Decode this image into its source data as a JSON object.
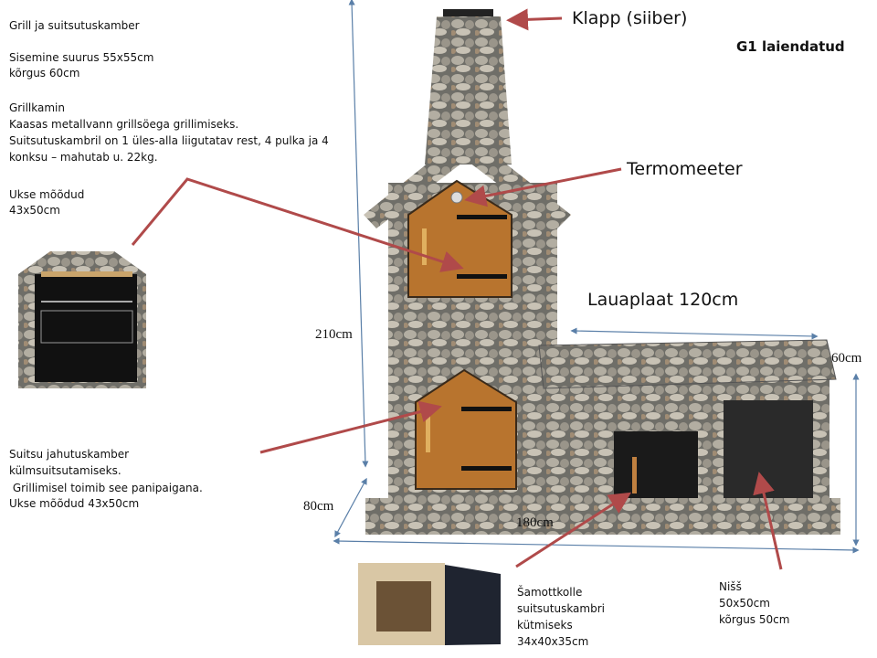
{
  "title": "G1 laiendatud",
  "left_block": {
    "heading": "Grill ja suitsutuskamber",
    "size_line1": "Sisemine suurus 55x55cm",
    "size_line2": "kõrgus 60cm",
    "sub_heading": "Grillkamin",
    "desc1": "Kaasas metallvann grillsöega grillimiseks.",
    "desc2": "Suitsutuskambril on 1 üles-alla liigutatav rest, 4 pulka ja 4",
    "desc3": "konksu – mahutab u. 22kg.",
    "door_label": "Ukse mõõdud",
    "door_size": "43x50cm"
  },
  "cooling_block": {
    "line1": "Suitsu jahutuskamber",
    "line2": "külmsuitsutamiseks.",
    "line3": " Grillimisel toimib see panipaigana.",
    "line4": "Ukse mõõdud 43x50cm"
  },
  "labels": {
    "damper": "Klapp (siiber)",
    "thermometer": "Termomeeter",
    "countertop": "Lauaplaat 120cm"
  },
  "dimensions": {
    "height": "210cm",
    "depth": "80cm",
    "width": "180cm",
    "counter_depth": "60cm"
  },
  "firebox_block": {
    "line1": "Šamottkolle",
    "line2": "suitsutuskambri",
    "line3": "kütmiseks",
    "line4": "34x40x35cm"
  },
  "niche_block": {
    "line1": "Nišš",
    "line2": "50x50cm",
    "line3": "kõrgus 50cm"
  },
  "colors": {
    "arrow": "#b04a4a",
    "dimension": "#5a7fa8",
    "stone": "#8a8a82",
    "wood": "#b8742e"
  }
}
